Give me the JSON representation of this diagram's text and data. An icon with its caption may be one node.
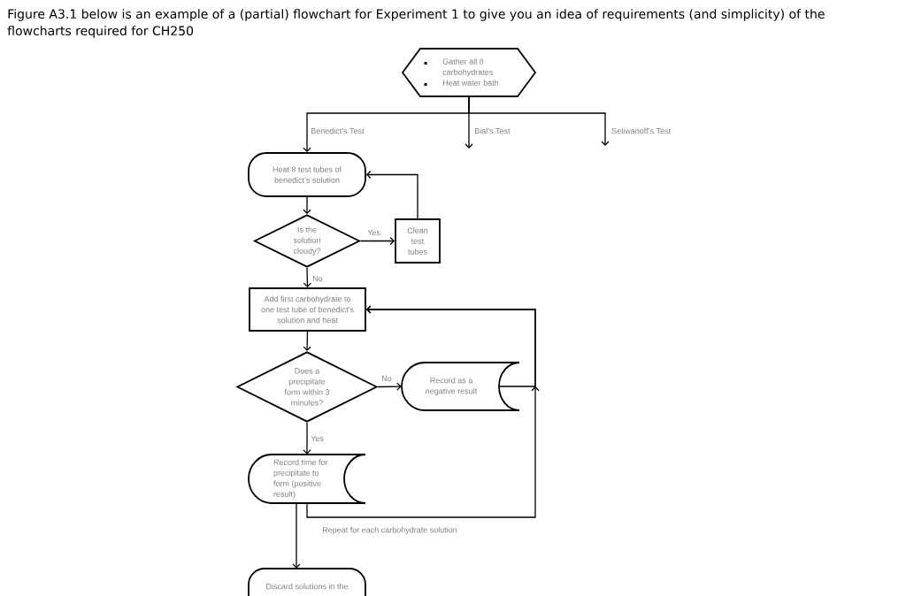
{
  "diagram": {
    "title": "Figure A3.1 below is an example of a (partial) flowchart for Experiment 1 to give you an idea of requirements (and simplicity) of the flowcharts required for CH250",
    "nodes": [
      {
        "text": [
          "Gather all 8 carbohydrates",
          "Heat water bath"
        ]
      },
      {
        "text": [
          "Heat 8 test tubes of benedict’s solution"
        ]
      },
      {
        "text": [
          "Is the solution cloudy?"
        ]
      },
      {
        "text": [
          "Clean test tubes"
        ]
      },
      {
        "text": [
          "Add first carbohydrate to one test tube of benedict’s solution and heat"
        ]
      },
      {
        "text": [
          "Does a precipitate form within 3 minutes?"
        ]
      },
      {
        "text": [
          "Record as a negative result"
        ]
      },
      {
        "text": [
          "Record time for precipitate to form (positive result)"
        ]
      },
      {
        "text": [
          "Discard solutions in the"
        ]
      }
    ],
    "edges": [
      {
        "from": 0,
        "to": 1,
        "arrow": "to",
        "label": "Benedict’s Test"
      },
      {
        "from": 0,
        "to": null,
        "arrow": "to",
        "label": "Bial’s Test"
      },
      {
        "from": 0,
        "to": null,
        "arrow": "to",
        "label": "Seliwanoff’s Test"
      },
      {
        "from": 1,
        "to": 2,
        "arrow": "to"
      },
      {
        "from": 2,
        "to": 3,
        "arrow": "to",
        "label": "Yes"
      },
      {
        "from": 3,
        "to": 1,
        "arrow": "to"
      },
      {
        "from": 2,
        "to": 4,
        "arrow": "to",
        "label": "No"
      },
      {
        "from": 4,
        "to": 5,
        "arrow": "to"
      },
      {
        "from": 5,
        "to": 6,
        "arrow": "to",
        "label": "No"
      },
      {
        "from": 5,
        "to": 7,
        "arrow": "to",
        "label": "Yes"
      },
      {
        "from": 6,
        "to": 4,
        "arrow": "to"
      },
      {
        "from": 7,
        "to": 4,
        "arrow": "to",
        "label": "Repeat for each carbohydrate solution"
      },
      {
        "from": 7,
        "to": 8,
        "arrow": "to"
      }
    ]
  }
}
